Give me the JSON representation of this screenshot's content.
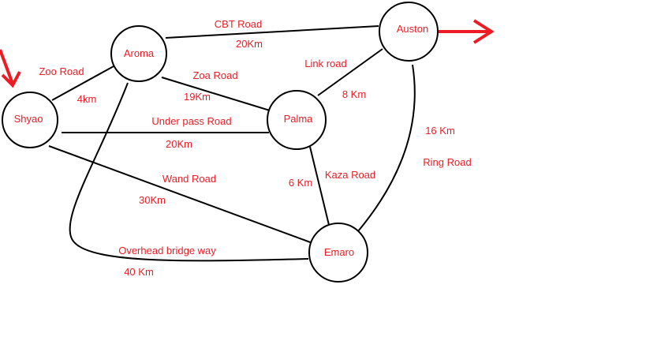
{
  "colors": {
    "text": "#ed1c24",
    "line": "#000000",
    "arrow": "#ed1c24"
  },
  "nodes": {
    "aroma": "Aroma",
    "auston": "Auston",
    "shyao": "Shyao",
    "palma": "Palma",
    "emaro": "Emaro"
  },
  "edges": {
    "aroma_auston": {
      "name": "CBT Road",
      "distance": "20Km"
    },
    "shyao_aroma": {
      "name": "Zoo Road",
      "distance": "4km"
    },
    "aroma_palma": {
      "name": "Zoa Road",
      "distance": "19Km"
    },
    "palma_auston": {
      "name": "Link road",
      "distance": "8 Km"
    },
    "shyao_palma": {
      "name": "Under pass Road",
      "distance": "20Km"
    },
    "auston_emaro": {
      "name": "Ring Road",
      "distance": "16 Km"
    },
    "palma_emaro": {
      "name": "Kaza Road",
      "distance": "6 Km"
    },
    "shyao_emaro": {
      "name": "Wand Road",
      "distance": "30Km"
    },
    "aroma_emaro": {
      "name": "Overhead bridge way",
      "distance": "40 Km"
    }
  },
  "markers": {
    "start": "Shyao",
    "end": "Auston"
  }
}
